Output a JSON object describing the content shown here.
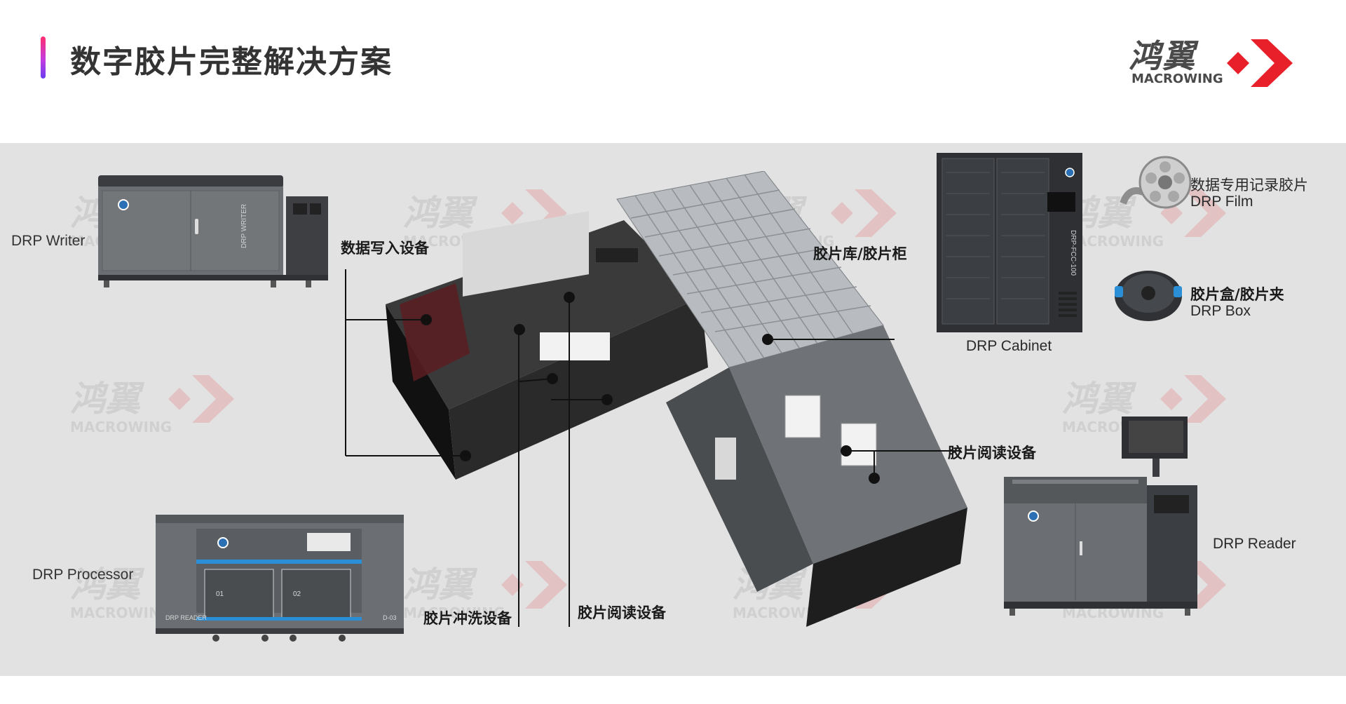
{
  "header": {
    "title": "数字胶片完整解决方案"
  },
  "logo": {
    "name_cn": "鸿翼",
    "name_en": "MACROWING"
  },
  "watermark": {
    "name_cn": "鸿翼",
    "name_en": "MACROWING"
  },
  "colors": {
    "accent": "#e8202a",
    "title": "#333333",
    "stage_bg": "#e2e2e2",
    "machine_gray": "#6b6e72",
    "machine_dark": "#3a3c3f"
  },
  "equipment": {
    "writer": {
      "label": "DRP Writer",
      "panel_text": "DRP WRITER"
    },
    "processor": {
      "label": "DRP Processor",
      "panel_text": "DRP READER",
      "slot1": "01",
      "slot2": "02",
      "model": "D-03"
    },
    "cabinet": {
      "label": "DRP Cabinet",
      "panel_text": "DRP-FCC-100"
    },
    "reader": {
      "label": "DRP Reader"
    },
    "film": {
      "label_cn": "数据专用记录胶片",
      "label_en": "DRP Film"
    },
    "box": {
      "label_cn": "胶片盒/胶片夹",
      "label_en": "DRP Box"
    }
  },
  "callouts": {
    "writing": "数据写入设备",
    "library": "胶片库/胶片柜",
    "reading_right": "胶片阅读设备",
    "processing": "胶片冲洗设备",
    "reading_bottom": "胶片阅读设备"
  }
}
